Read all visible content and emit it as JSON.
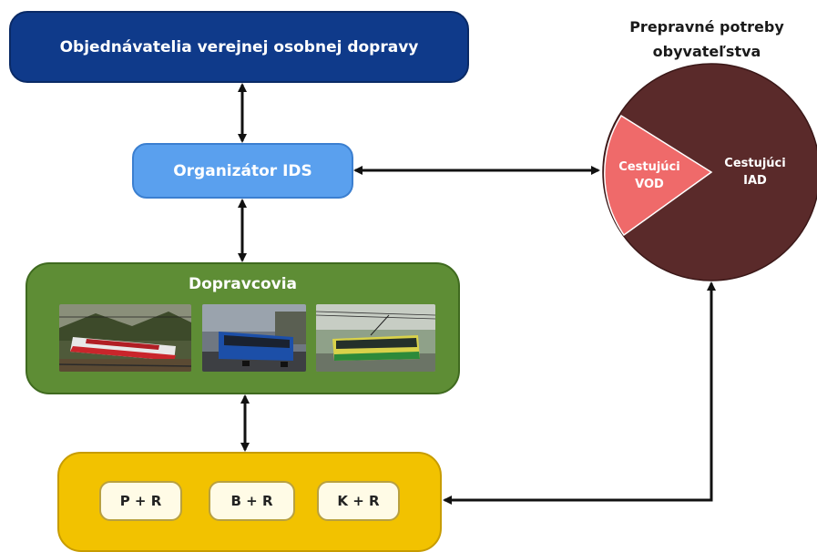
{
  "top_box": {
    "label": "Objednávatelia verejnej osobnej dopravy"
  },
  "ids_box": {
    "label": "Organizátor IDS"
  },
  "carriers_box": {
    "title": "Dopravcovia",
    "photos": [
      "train-photo",
      "bus-photo",
      "trolleybus-photo"
    ]
  },
  "park_box": {
    "items": [
      "P + R",
      "B + R",
      "K + R"
    ]
  },
  "needs": {
    "title_line1": "Prepravné potreby",
    "title_line2": "obyvateľstva",
    "slice_vod_line1": "Cestujúci",
    "slice_vod_line2": "VOD",
    "slice_iad_line1": "Cestujúci",
    "slice_iad_line2": "IAD"
  },
  "colors": {
    "top": "#0f3a8a",
    "ids": "#5aa0ee",
    "carriers": "#5e8d35",
    "park": "#f2c200",
    "pie_iad": "#5a2a2a",
    "pie_vod": "#ef6a6a"
  }
}
